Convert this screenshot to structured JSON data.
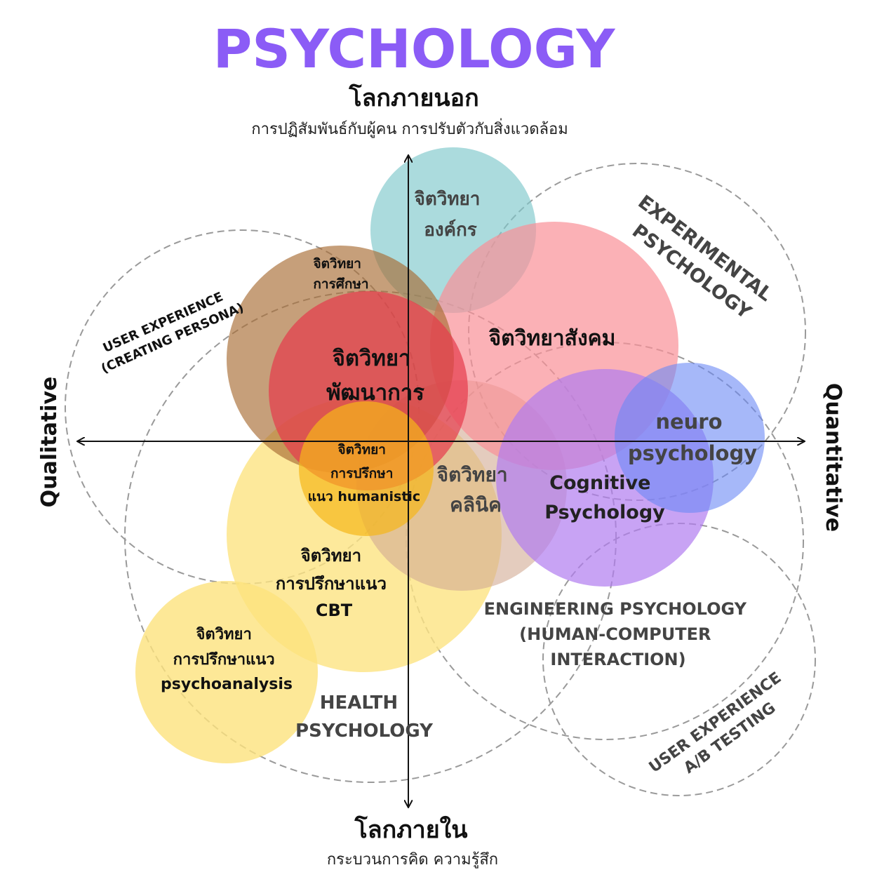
{
  "title": "PSYCHOLOGY",
  "axes": {
    "top": {
      "label": "โลกภายนอก",
      "sub": "การปฏิสัมพันธ์กับผู้คน การปรับตัวกับสิ่งแวดล้อม"
    },
    "bottom": {
      "label": "โลกภายใน",
      "sub": "กระบวนการคิด ความรู้สึก"
    },
    "left": "Qualitative",
    "right": "Quantitative"
  },
  "colors": {
    "title": "#8b5cf6",
    "organizational": "#7ec8cb",
    "social": "#f99097",
    "educational": "#a86b32",
    "developmental": "#e63b4b",
    "neuro": "#6b89f5",
    "cognitive": "#b07cf0",
    "clinical": "#d2aa93",
    "humanistic": "#f5b61a",
    "cbt": "#fce482",
    "psychoanalysis": "#fde27d",
    "dashed": "#9a9a9a",
    "dark_text": "#111111",
    "grey_text": "#444444"
  },
  "fields": {
    "organizational": [
      "จิตวิทยา",
      "องค์กร"
    ],
    "educational": [
      "จิตวิทยา",
      "การศึกษา"
    ],
    "social": [
      "จิตวิทยาสังคม"
    ],
    "developmental": [
      "จิตวิทยา",
      "พัฒนาการ"
    ],
    "humanistic": [
      "จิตวิทยา",
      "การปรึกษา",
      "แนว humanistic"
    ],
    "clinical": [
      "จิตวิทยา",
      "คลินิค"
    ],
    "cognitive": [
      "Cognitive",
      "Psychology"
    ],
    "neuro": [
      "neuro",
      "psychology"
    ],
    "cbt": [
      "จิตวิทยา",
      "การปรึกษาแนว",
      "CBT"
    ],
    "psychoanalysis": [
      "จิตวิทยา",
      "การปรึกษาแนว",
      "psychoanalysis"
    ]
  },
  "domains": {
    "experimental": [
      "EXPERIMENTAL",
      "PSYCHOLOGY"
    ],
    "ux_persona": [
      "USER EXPERIENCE",
      "(CREATING PERSONA)"
    ],
    "engineering": [
      "ENGINEERING PSYCHOLOGY",
      "(HUMAN-COMPUTER",
      "INTERACTION)"
    ],
    "health": [
      "HEALTH",
      "PSYCHOLOGY"
    ],
    "ux_ab": [
      "USER EXPERIENCE",
      "A/B TESTING"
    ]
  }
}
